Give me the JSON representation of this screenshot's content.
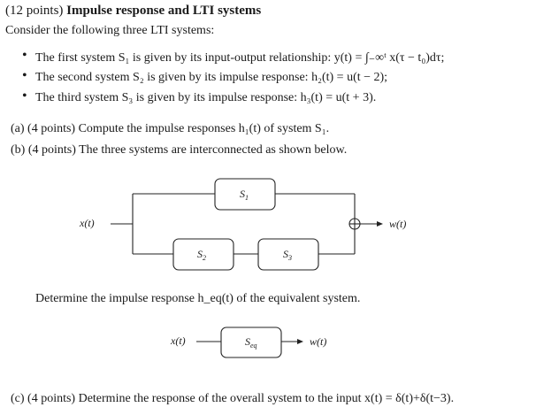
{
  "header": {
    "points": "(12 points)",
    "title": "Impulse response and LTI systems"
  },
  "intro": "Consider the following three LTI systems:",
  "bullets": [
    {
      "text": "The first system S₁ is given by its input-output relationship: y(t) = ∫₋∞ᵗ x(τ − t₀)dτ;"
    },
    {
      "text": "The second system S₂ is given by its impulse response: h₂(t) = u(t − 2);"
    },
    {
      "text": "The third system S₃ is given by its impulse response: h₃(t) = u(t + 3)."
    }
  ],
  "parts": {
    "a": "(a) (4 points) Compute the impulse responses h₁(t) of system S₁.",
    "b": "(b) (4 points) The three systems are interconnected as shown below.",
    "b2": "Determine the impulse response h_eq(t) of the equivalent system.",
    "c": "(c) (4 points) Determine the response of the overall system to the input x(t) = δ(t)+δ(t−3)."
  },
  "diagram1": {
    "input": "x(t)",
    "output": "w(t)",
    "s1": "S₁",
    "s2": "S₂",
    "s3": "S₃"
  },
  "diagram2": {
    "input": "x(t)",
    "output": "w(t)",
    "block": "S_eq"
  }
}
